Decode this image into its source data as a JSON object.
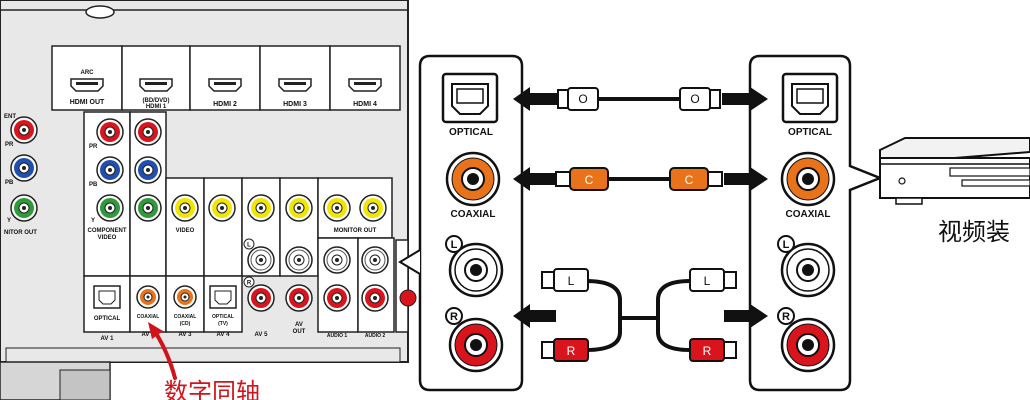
{
  "panel": {
    "hdmi": [
      {
        "top": "ARC",
        "label": "HDMI OUT"
      },
      {
        "top": "(BD/DVD)",
        "label": "HDMI 1"
      },
      {
        "top": "",
        "label": "HDMI 2"
      },
      {
        "top": "",
        "label": "HDMI 3"
      },
      {
        "top": "",
        "label": "HDMI 4"
      }
    ],
    "left_labels": {
      "top": "ENT",
      "pr": "PR",
      "pb": "PB",
      "y": "Y",
      "monitor_out": "NITOR OUT"
    },
    "component": {
      "pr": "PR",
      "pb": "PB",
      "y": "Y",
      "label_line1": "COMPONENT",
      "label_line2": "VIDEO"
    },
    "video_label": "VIDEO",
    "monitor_out_label": "MONITOR OUT",
    "audio_l": "L",
    "audio_r": "R",
    "bottom": {
      "optical1": "OPTICAL",
      "coaxial1": "COAXIAL",
      "coaxial2_line1": "COAXIAL",
      "coaxial2_line2": "(CD)",
      "optical2_line1": "OPTICAL",
      "optical2_line2": "(TV)",
      "av1": "AV 1",
      "av2": "AV 2",
      "av3": "AV 3",
      "av4": "AV 4",
      "av5": "AV 5",
      "av_out_line1": "AV",
      "av_out_line2": "OUT",
      "audio1": "AUDIO 1",
      "audio2": "AUDIO 2"
    }
  },
  "annotation": {
    "text": "数字同轴",
    "color": "#d0141c"
  },
  "left_jacks": {
    "optical": "OPTICAL",
    "coaxial": "COAXIAL",
    "l": "L",
    "r": "R"
  },
  "right_jacks": {
    "optical": "OPTICAL",
    "coaxial": "COAXIAL",
    "l": "L",
    "r": "R"
  },
  "cables": {
    "optical": {
      "plug1": "O",
      "plug2": "O"
    },
    "coaxial": {
      "plug1": "C",
      "plug2": "C",
      "color": "#e8731a"
    },
    "audio_l": {
      "plug1": "L",
      "plug2": "L"
    },
    "audio_r": {
      "plug1": "R",
      "plug2": "R",
      "color": "#d9141c"
    }
  },
  "device_caption": "视频装",
  "colors": {
    "red": "#d9141c",
    "green": "#2f9a3a",
    "blue": "#1f4fb0",
    "yellow": "#f2e600",
    "orange": "#e8731a",
    "panel": "#e8e8e8"
  }
}
